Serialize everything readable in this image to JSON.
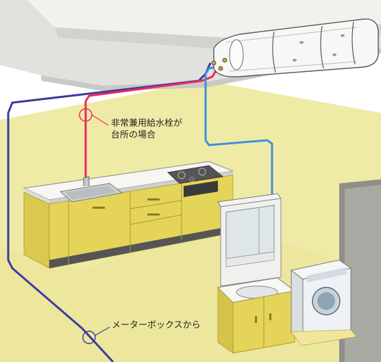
{
  "annotations": {
    "kitchen_faucet_note_line1": "非常兼用給水栓が",
    "kitchen_faucet_note_line2": "台所の場合",
    "meter_box_note": "メーターボックスから"
  },
  "colors": {
    "hot_pipe": "#e8295a",
    "cold_pipe": "#3d8fe0",
    "supply_pipe": "#3b3a9e",
    "floor": "#eeeaa0",
    "cabinet": "#e4d45a",
    "ceiling": "#e0e0dc"
  },
  "icons": [
    "emergency-water-tank-icon",
    "kitchen-counter-icon",
    "gas-stove-icon",
    "washbasin-vanity-icon",
    "washing-machine-icon"
  ]
}
